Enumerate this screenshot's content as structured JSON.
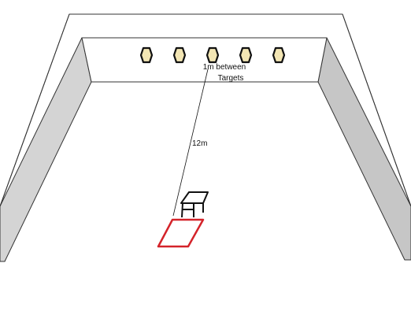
{
  "diagram": {
    "targets": {
      "count": 5,
      "spacing_label": [
        "1m between",
        "Targets"
      ]
    },
    "distance_label": "12m",
    "colors": {
      "wall_top": "#ffffff",
      "wall_side": "#d4d4d4",
      "wall_side_dark": "#c6c6c6",
      "outline": "#333333",
      "target_fill": "#f3e6b4",
      "target_stroke": "#111111",
      "mat_stroke": "#d4232a",
      "bench_stroke": "#111111"
    },
    "icons": {
      "target": "hexagon-target-icon",
      "bench": "shooting-bench-icon",
      "mat": "firing-mat-icon"
    }
  }
}
